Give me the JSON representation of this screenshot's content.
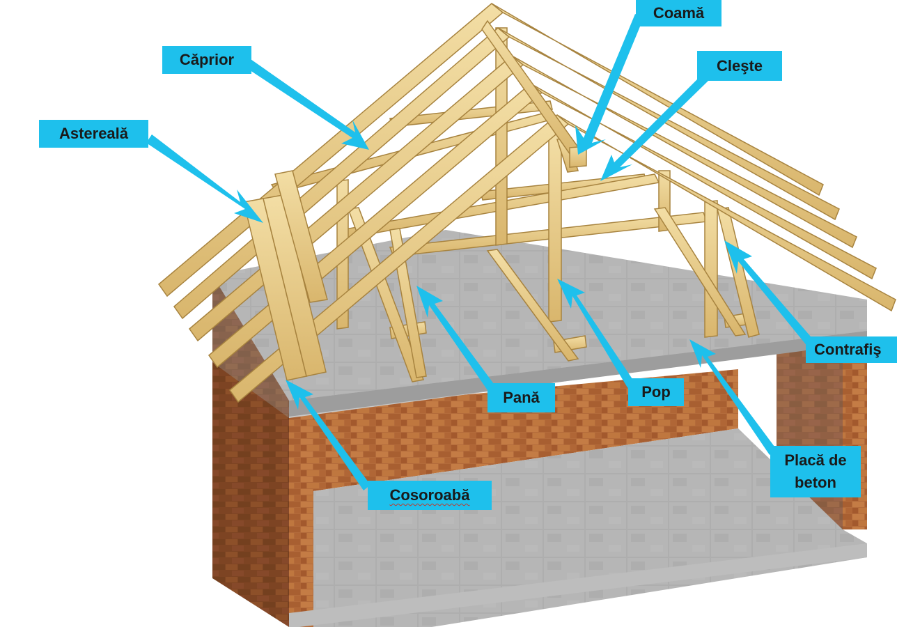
{
  "labels": {
    "coama": "Coamă",
    "caprior": "Căprior",
    "cleste": "Cleşte",
    "astereala": "Astereală",
    "contrafis": "Contrafiş",
    "pana": "Pană",
    "pop": "Pop",
    "placa": "Placă de beton",
    "cosoroaba": "Cosoroabă"
  },
  "colors": {
    "label_bg": "#1ec0ec",
    "arrow": "#1ec0ec",
    "timber": "#e9cc8a",
    "timber_edge": "#b8954e",
    "concrete": "#b3b3b3",
    "brick": "#b06a3a"
  }
}
